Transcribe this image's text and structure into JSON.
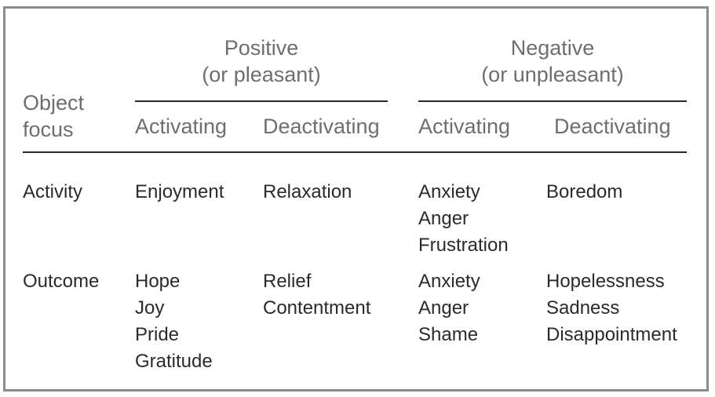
{
  "table": {
    "groups": [
      {
        "line1": "Positive",
        "line2": "(or pleasant)"
      },
      {
        "line1": "Negative",
        "line2": "(or unpleasant)"
      }
    ],
    "row_header": {
      "line1": "Object",
      "line2": "focus"
    },
    "columns": [
      "Activating",
      "Deactivating",
      "Activating",
      "Deactivating"
    ],
    "rows": [
      {
        "focus": "Activity",
        "cells": [
          [
            "Enjoyment"
          ],
          [
            "Relaxation"
          ],
          [
            "Anxiety",
            "Anger",
            "Frustration"
          ],
          [
            "Boredom"
          ]
        ]
      },
      {
        "focus": "Outcome",
        "cells": [
          [
            "Hope",
            "Joy",
            "Pride",
            "Gratitude"
          ],
          [
            "Relief",
            "Contentment"
          ],
          [
            "Anxiety",
            "Anger",
            "Shame"
          ],
          [
            "Hopelessness",
            "Sadness",
            "Disappointment"
          ]
        ]
      }
    ]
  }
}
